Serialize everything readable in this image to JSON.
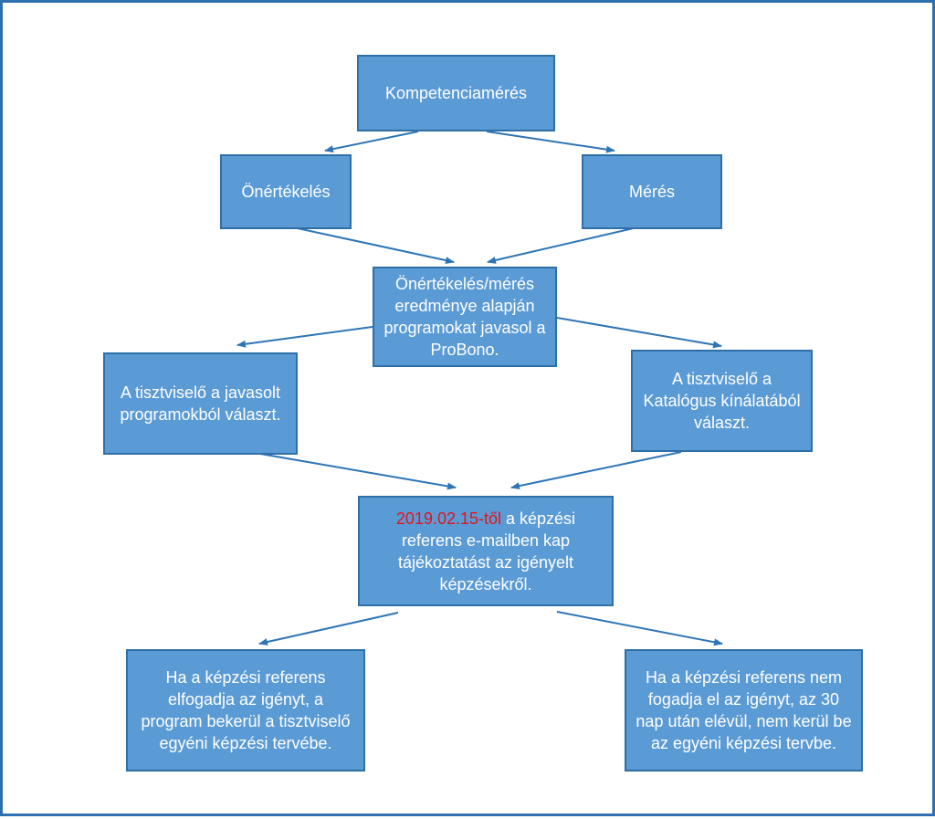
{
  "colors": {
    "box_fill": "#5b9bd5",
    "box_border": "#2f6fa8",
    "arrow": "#2e75b6",
    "accent_red": "#e0141e",
    "frame": "#2e6fb0"
  },
  "nodes": {
    "kompetencia": "Kompetenciamérés",
    "onertekeles": "Önértékelés",
    "meres": "Mérés",
    "eredmeny": "Önértékelés/mérés eredménye alapján programokat javasol a ProBono.",
    "javasolt": "A tisztviselő a javasolt programokból választ.",
    "katalogus": "A tisztviselő a Katalógus kínálatából választ.",
    "kepzesi_date": "2019.02.15-től",
    "kepzesi_rest": " a képzési referens e-mailben kap tájékoztatást az igényelt képzésekről.",
    "elfogad": "Ha a képzési referens elfogadja az igényt, a program bekerül a tisztviselő egyéni képzési tervébe.",
    "nemfogad": "Ha a képzési referens nem fogadja el az igényt, az 30 nap után elévül, nem kerül be az egyéni képzési tervbe."
  }
}
